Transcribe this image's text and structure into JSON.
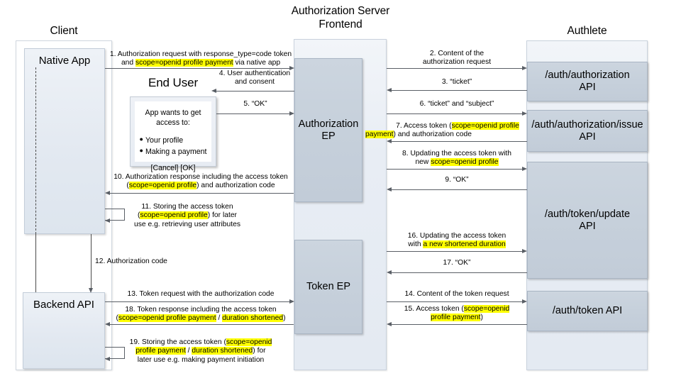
{
  "diagram": {
    "title": "OAuth 2.0 authorization code + token flow with Authlete",
    "columns": [
      {
        "id": "client",
        "label": "Client"
      },
      {
        "id": "end-user",
        "label": "End User"
      },
      {
        "id": "authz-server",
        "label": "Authorization Server\nFrontend"
      },
      {
        "id": "authlete",
        "label": "Authlete"
      }
    ]
  },
  "nodes": {
    "native_app": "Native App",
    "backend_api": "Backend API",
    "authorization_ep": "Authorization\nEP",
    "token_ep": "Token EP",
    "api_authorization": "/auth/authorization\nAPI",
    "api_authorization_issue": "/auth/authorization/issue\nAPI",
    "api_token_update": "/auth/token/update\nAPI",
    "api_token": "/auth/token API"
  },
  "consent_dialog": {
    "heading_line1": "App wants to get",
    "heading_line2": "access to:",
    "items": [
      "Your profile",
      "Making a payment"
    ],
    "buttons": "[Cancel] [OK]"
  },
  "messages": [
    {
      "num": "1",
      "from": "native-app",
      "to": "authorization-ep",
      "direction": "right",
      "text": "1. Authorization request with response_type=code token and scope=openid profile payment via native app",
      "highlight": [
        "scope=openid profile payment"
      ]
    },
    {
      "num": "2",
      "from": "authorization-ep",
      "to": "auth-authorization-api",
      "direction": "right",
      "text": "2. Content of the authorization request",
      "highlight": []
    },
    {
      "num": "3",
      "from": "auth-authorization-api",
      "to": "authorization-ep",
      "direction": "left",
      "text": "3. “ticket”",
      "highlight": []
    },
    {
      "num": "4",
      "from": "authorization-ep",
      "to": "end-user",
      "direction": "left",
      "text": "4. User authentication and consent",
      "highlight": []
    },
    {
      "num": "5",
      "from": "end-user",
      "to": "authorization-ep",
      "direction": "right",
      "text": "5. “OK”",
      "highlight": []
    },
    {
      "num": "6",
      "from": "authorization-ep",
      "to": "auth-authorization-issue-api",
      "direction": "right",
      "text": "6. “ticket” and “subject”",
      "highlight": []
    },
    {
      "num": "7",
      "from": "auth-authorization-issue-api",
      "to": "authorization-ep",
      "direction": "left",
      "text": "7. Access token (scope=openid profile payment) and authorization code",
      "highlight": [
        "scope=openid profile payment"
      ]
    },
    {
      "num": "8",
      "from": "authorization-ep",
      "to": "auth-token-update-api",
      "direction": "right",
      "text": "8. Updating the access token with new scope=openid profile",
      "highlight": [
        "scope=openid profile"
      ]
    },
    {
      "num": "9",
      "from": "auth-token-update-api",
      "to": "authorization-ep",
      "direction": "left",
      "text": "9. “OK”",
      "highlight": []
    },
    {
      "num": "10",
      "from": "authorization-ep",
      "to": "native-app",
      "direction": "left",
      "text": "10. Authorization response including the access token (scope=openid profile) and authorization code",
      "highlight": [
        "scope=openid profile"
      ]
    },
    {
      "num": "11",
      "from": "native-app",
      "to": "native-app",
      "direction": "self",
      "text": "11. Storing the access token (scope=openid profile) for later use e.g. retrieving user attributes",
      "highlight": [
        "scope=openid profile"
      ]
    },
    {
      "num": "12",
      "from": "native-app",
      "to": "backend-api",
      "direction": "down",
      "text": "12. Authorization code",
      "highlight": []
    },
    {
      "num": "13",
      "from": "backend-api",
      "to": "token-ep",
      "direction": "right",
      "text": "13. Token request with the authorization code",
      "highlight": []
    },
    {
      "num": "14",
      "from": "token-ep",
      "to": "auth-token-api",
      "direction": "right",
      "text": "14. Content of the token request",
      "highlight": []
    },
    {
      "num": "15",
      "from": "auth-token-api",
      "to": "token-ep",
      "direction": "left",
      "text": "15. Access token (scope=openid profile payment)",
      "highlight": [
        "scope=openid profile payment"
      ]
    },
    {
      "num": "16",
      "from": "token-ep",
      "to": "auth-token-update-api",
      "direction": "right",
      "text": "16. Updating the access token with a new shortened duration",
      "highlight": [
        "a new shortened duration"
      ]
    },
    {
      "num": "17",
      "from": "auth-token-update-api",
      "to": "token-ep",
      "direction": "left",
      "text": "17. “OK”",
      "highlight": []
    },
    {
      "num": "18",
      "from": "token-ep",
      "to": "backend-api",
      "direction": "left",
      "text": "18. Token response including the access token (scope=openid profile payment / duration shortened)",
      "highlight": [
        "scope=openid profile payment",
        "duration shortened"
      ]
    },
    {
      "num": "19",
      "from": "backend-api",
      "to": "backend-api",
      "direction": "self",
      "text": "19. Storing the access token (scope=openid profile payment / duration shortened) for later use e.g. making payment initiation",
      "highlight": [
        "scope=openid profile payment",
        "duration shortened"
      ]
    }
  ],
  "labels": {
    "m1_l1": "1. Authorization request with response_type=code token",
    "m1_l2a": "and ",
    "m1_l2b": "scope=openid profile payment",
    "m1_l2c": " via native app",
    "m2_l1": "2. Content of the",
    "m2_l2": "authorization request",
    "m3": "3. “ticket”",
    "m4_l1": "4. User authentication",
    "m4_l2": "and consent",
    "m5": "5. “OK”",
    "m6": "6. “ticket” and “subject”",
    "m7_l1a": "7. Access token (",
    "m7_l1b": "scope=openid profile",
    "m7_l2a": "payment",
    "m7_l2b": ") and authorization code",
    "m8_l1": "8. Updating the access token with",
    "m8_l2a": "new ",
    "m8_l2b": "scope=openid profile",
    "m9": "9. “OK”",
    "m10_l1": "10. Authorization response including the access token",
    "m10_l2a": "(",
    "m10_l2b": "scope=openid profile",
    "m10_l2c": ") and authorization code",
    "m11_l1": "11. Storing the access token",
    "m11_l2a": "(",
    "m11_l2b": "scope=openid profile",
    "m11_l2c": ") for later",
    "m11_l3": "use e.g. retrieving user attributes",
    "m12": "12. Authorization code",
    "m13": "13. Token request with the authorization code",
    "m14": "14. Content of the token request",
    "m15_l1a": "15. Access token (",
    "m15_l1b": "scope=openid",
    "m15_l2a": "profile payment",
    "m15_l2b": ")",
    "m16_l1": "16. Updating the access token",
    "m16_l2a": "with ",
    "m16_l2b": "a new shortened duration",
    "m17": "17. “OK”",
    "m18_l1": "18. Token response including the access token",
    "m18_l2a": "(",
    "m18_l2b": "scope=openid profile payment",
    "m18_l2c": " / ",
    "m18_l2d": "duration shortened",
    "m18_l2e": ")",
    "m19_l1a": "19. Storing the access token (",
    "m19_l1b": "scope=openid",
    "m19_l2a": "profile payment",
    "m19_l2b": " / ",
    "m19_l2c": "duration shortened",
    "m19_l2d": ") for",
    "m19_l3": "later use e.g. making payment initiation"
  },
  "colors": {
    "highlight": "#ffff00",
    "container_fill": "#e8edf4",
    "node_fill": "#c6d0db",
    "inner_fill": "#e3e9f1",
    "line": "#5a5f66"
  }
}
